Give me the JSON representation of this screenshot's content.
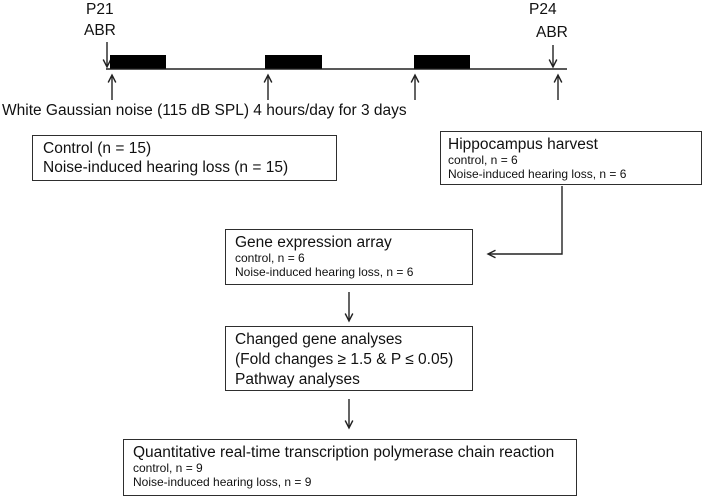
{
  "timeline": {
    "left_marker": {
      "day": "P21",
      "assay": "ABR"
    },
    "right_marker": {
      "day": "P24",
      "assay": "ABR"
    },
    "noise_caption": "White Gaussian noise (115 dB SPL) 4 hours/day for 3 days",
    "noise_exposure_bar_count": 3
  },
  "boxes": {
    "cohort": {
      "lines": [
        "Control (n = 15)",
        "Noise-induced hearing loss (n = 15)"
      ]
    },
    "harvest": {
      "title": "Hippocampus harvest",
      "details": [
        "control, n = 6",
        "Noise-induced hearing loss, n = 6"
      ]
    },
    "gene_array": {
      "title": "Gene expression array",
      "details": [
        "control, n = 6",
        "Noise-induced hearing loss, n = 6"
      ]
    },
    "gene_analyses": {
      "lines": [
        "Changed gene analyses",
        "(Fold changes ≥ 1.5 & P ≤ 0.05)",
        "Pathway analyses"
      ]
    },
    "qpcr": {
      "title": "Quantitative real-time transcription polymerase chain reaction",
      "details": [
        "control, n = 9",
        "Noise-induced hearing loss, n = 9"
      ]
    }
  },
  "colors": {
    "ink": "#1a1a1a",
    "box_border": "#2e2e2e",
    "bar_fill": "#000000",
    "background": "#ffffff"
  }
}
